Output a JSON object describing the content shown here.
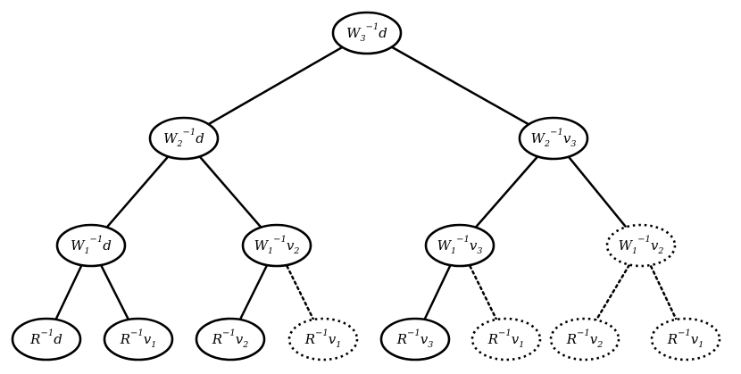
{
  "tree": {
    "nodes": [
      {
        "id": "n0",
        "base": "W",
        "sub": "3",
        "sup": "−1",
        "arg": "d",
        "argsub": "",
        "style": "solid"
      },
      {
        "id": "n1",
        "base": "W",
        "sub": "2",
        "sup": "−1",
        "arg": "d",
        "argsub": "",
        "style": "solid"
      },
      {
        "id": "n2",
        "base": "W",
        "sub": "2",
        "sup": "−1",
        "arg": "v",
        "argsub": "3",
        "style": "solid"
      },
      {
        "id": "n3",
        "base": "W",
        "sub": "1",
        "sup": "−1",
        "arg": "d",
        "argsub": "",
        "style": "solid"
      },
      {
        "id": "n4",
        "base": "W",
        "sub": "1",
        "sup": "−1",
        "arg": "v",
        "argsub": "2",
        "style": "solid"
      },
      {
        "id": "n5",
        "base": "W",
        "sub": "1",
        "sup": "−1",
        "arg": "v",
        "argsub": "3",
        "style": "solid"
      },
      {
        "id": "n6",
        "base": "W",
        "sub": "1",
        "sup": "−1",
        "arg": "v",
        "argsub": "2",
        "style": "dotted"
      },
      {
        "id": "n7",
        "base": "R",
        "sub": "",
        "sup": "−1",
        "arg": "d",
        "argsub": "",
        "style": "solid"
      },
      {
        "id": "n8",
        "base": "R",
        "sub": "",
        "sup": "−1",
        "arg": "v",
        "argsub": "1",
        "style": "solid"
      },
      {
        "id": "n9",
        "base": "R",
        "sub": "",
        "sup": "−1",
        "arg": "v",
        "argsub": "2",
        "style": "solid"
      },
      {
        "id": "n10",
        "base": "R",
        "sub": "",
        "sup": "−1",
        "arg": "v",
        "argsub": "1",
        "style": "dotted"
      },
      {
        "id": "n11",
        "base": "R",
        "sub": "",
        "sup": "−1",
        "arg": "v",
        "argsub": "3",
        "style": "solid"
      },
      {
        "id": "n12",
        "base": "R",
        "sub": "",
        "sup": "−1",
        "arg": "v",
        "argsub": "1",
        "style": "dotted"
      },
      {
        "id": "n13",
        "base": "R",
        "sub": "",
        "sup": "−1",
        "arg": "v",
        "argsub": "2",
        "style": "dotted"
      },
      {
        "id": "n14",
        "base": "R",
        "sub": "",
        "sup": "−1",
        "arg": "v",
        "argsub": "1",
        "style": "dotted"
      }
    ],
    "edges": [
      {
        "from": "n0",
        "to": "n1",
        "style": "solid"
      },
      {
        "from": "n0",
        "to": "n2",
        "style": "solid"
      },
      {
        "from": "n1",
        "to": "n3",
        "style": "solid"
      },
      {
        "from": "n1",
        "to": "n4",
        "style": "solid"
      },
      {
        "from": "n2",
        "to": "n5",
        "style": "solid"
      },
      {
        "from": "n2",
        "to": "n6",
        "style": "solid"
      },
      {
        "from": "n3",
        "to": "n7",
        "style": "solid"
      },
      {
        "from": "n3",
        "to": "n8",
        "style": "solid"
      },
      {
        "from": "n4",
        "to": "n9",
        "style": "solid"
      },
      {
        "from": "n4",
        "to": "n10",
        "style": "dotted"
      },
      {
        "from": "n5",
        "to": "n11",
        "style": "solid"
      },
      {
        "from": "n5",
        "to": "n12",
        "style": "dotted"
      },
      {
        "from": "n6",
        "to": "n13",
        "style": "dotted"
      },
      {
        "from": "n6",
        "to": "n14",
        "style": "dotted"
      }
    ]
  }
}
